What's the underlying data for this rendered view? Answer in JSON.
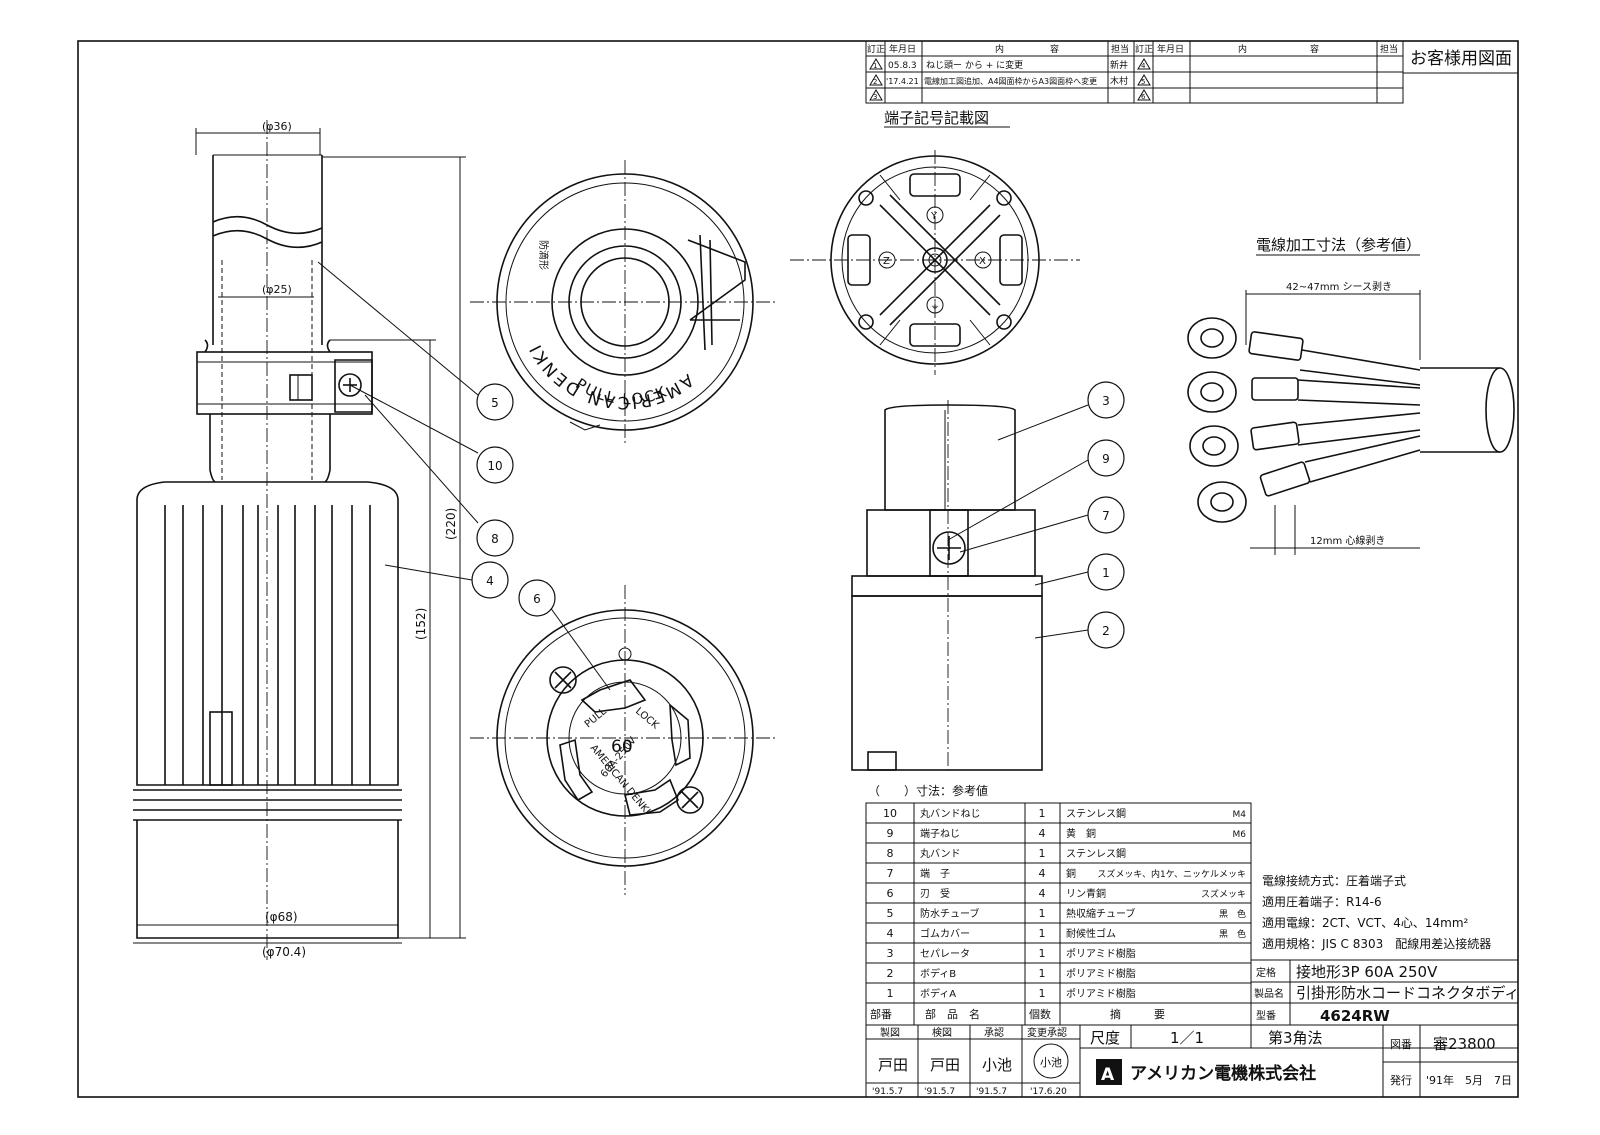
{
  "customer_drawing_label": "お客様用図面",
  "revision_table": {
    "headers": [
      "訂正",
      "年月日",
      "内",
      "容",
      "担当"
    ],
    "rows": [
      {
        "mark": "1",
        "date": "05.8.3",
        "content": "ねじ頭ー から + に変更",
        "person": "新井"
      },
      {
        "mark": "2",
        "date": "'17.4.21",
        "content": "電線加工図追加、A4図面枠からA3図面枠へ変更",
        "person": "木村"
      },
      {
        "mark": "3",
        "date": "",
        "content": "",
        "person": ""
      },
      {
        "mark": "4",
        "date": "",
        "content": "",
        "person": ""
      },
      {
        "mark": "5",
        "date": "",
        "content": "",
        "person": ""
      },
      {
        "mark": "6",
        "date": "",
        "content": "",
        "person": ""
      }
    ]
  },
  "terminal_diagram_title": "端子記号記載図",
  "terminal_symbols": [
    "X",
    "Y",
    "Z",
    "⏚"
  ],
  "wire_processing": {
    "title": "電線加工寸法（参考値）",
    "sheath_dim": "42~47mm シース剥き",
    "core_dim": "12mm 心線剥き"
  },
  "dimensions": {
    "d36": "(φ36)",
    "d25": "(φ25)",
    "d220": "(220)",
    "d152": "(152)",
    "d68": "(φ68)",
    "d70_4": "(φ70.4)"
  },
  "top_view_text": {
    "brand": "AMERICAN DENKI",
    "pull_lock": "PULL LOCK",
    "waterproof": "防滴形"
  },
  "face_view_text": {
    "rating_num": "60",
    "rating": "60A-250V",
    "brand": "AMERICAN DENKI",
    "pull": "PULL",
    "lock": "LOCK"
  },
  "balloons": [
    "1",
    "2",
    "3",
    "4",
    "5",
    "6",
    "7",
    "8",
    "9",
    "10"
  ],
  "reference_note": "（　　）寸法：参考値",
  "parts_list": {
    "headers": {
      "no": "部番",
      "name": "部　品　名",
      "qty": "個数",
      "desc": "摘　　　要"
    },
    "rows": [
      {
        "no": "10",
        "name": "丸バンドねじ",
        "qty": "1",
        "material": "ステンレス鋼",
        "finish": "M4"
      },
      {
        "no": "9",
        "name": "端子ねじ",
        "qty": "4",
        "material": "黄　銅",
        "finish": "M6"
      },
      {
        "no": "8",
        "name": "丸バンド",
        "qty": "1",
        "material": "ステンレス鋼",
        "finish": ""
      },
      {
        "no": "7",
        "name": "端　子",
        "qty": "4",
        "material": "銅",
        "finish": "スズメッキ、内1ケ、ニッケルメッキ"
      },
      {
        "no": "6",
        "name": "刃　受",
        "qty": "4",
        "material": "リン青銅",
        "finish": "スズメッキ"
      },
      {
        "no": "5",
        "name": "防水チューブ",
        "qty": "1",
        "material": "熱収縮チューブ",
        "finish": "黒　色"
      },
      {
        "no": "4",
        "name": "ゴムカバー",
        "qty": "1",
        "material": "耐候性ゴム",
        "finish": "黒　色"
      },
      {
        "no": "3",
        "name": "セパレータ",
        "qty": "1",
        "material": "ポリアミド樹脂",
        "finish": ""
      },
      {
        "no": "2",
        "name": "ボディB",
        "qty": "1",
        "material": "ポリアミド樹脂",
        "finish": ""
      },
      {
        "no": "1",
        "name": "ボディA",
        "qty": "1",
        "material": "ポリアミド樹脂",
        "finish": ""
      }
    ]
  },
  "specs": [
    "電線接続方式：圧着端子式",
    "適用圧着端子：R14-6",
    "適用電線：2CT、VCT、4心、14mm²",
    "適用規格：JIS C 8303　配線用差込接続器"
  ],
  "title_block": {
    "rating_label": "定格",
    "rating_value": "接地形3P 60A 250V",
    "product_label": "製品名",
    "product_value": "引掛形防水コードコネクタボディ",
    "model_label": "型番",
    "model_value": "4624RW",
    "scale_label": "尺度",
    "scale_value": "1／1",
    "projection": "第3角法",
    "drawing_no_label": "図番",
    "drawing_no_value": "審23800",
    "issue_label": "発行",
    "issue_date": "'91年　5月　7日",
    "company": "アメリカン電機株式会社",
    "logo_letter": "A",
    "sign_headers": [
      "製図",
      "検図",
      "承認",
      "変更承認"
    ],
    "sign_names": [
      "戸田",
      "戸田",
      "小池"
    ],
    "sign_dates": [
      "'91.5.7",
      "'91.5.7",
      "'91.5.7",
      "'17.6.20"
    ],
    "stamp_text": "小池"
  }
}
